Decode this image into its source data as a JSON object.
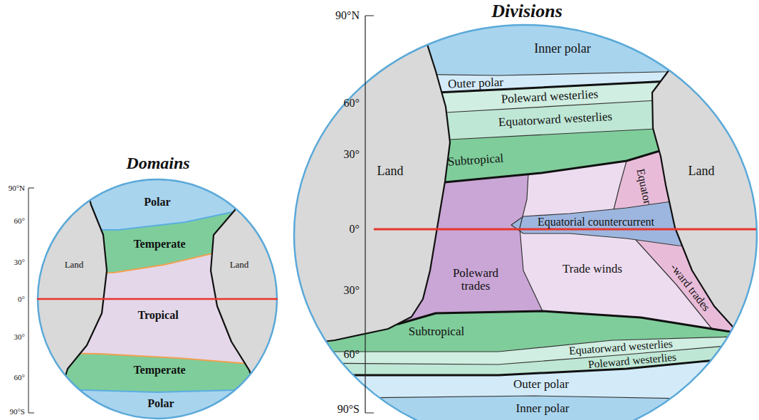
{
  "diagram": {
    "nodes": [
      {
        "text": [
          "Polar"
        ]
      },
      {
        "text": [
          "Land"
        ]
      },
      {
        "text": [
          "Temperate"
        ]
      },
      {
        "text": [
          "Land"
        ]
      },
      {
        "text": [
          "Tropical"
        ]
      },
      {
        "text": [
          "Temperate"
        ]
      },
      {
        "text": [
          "Polar"
        ]
      },
      {
        "text": [
          "Inner polar"
        ]
      },
      {
        "text": [
          "Outer polar"
        ]
      },
      {
        "text": [
          "Poleward westerlies"
        ]
      },
      {
        "text": [
          "Equatorward westerlies"
        ]
      },
      {
        "text": [
          "Land"
        ]
      },
      {
        "text": [
          "Subtropical"
        ]
      },
      {
        "text": [
          "Equator"
        ]
      },
      {
        "text": [
          "Land"
        ]
      },
      {
        "text": [
          "Poleward trades"
        ]
      },
      {
        "text": [
          "Trade winds"
        ]
      },
      {
        "text": [
          "Equatorial countercurrent"
        ]
      },
      {
        "text": [
          "-ward trades"
        ]
      },
      {
        "text": [
          "Subtropical"
        ]
      },
      {
        "text": [
          "Equatorward westerlies"
        ]
      },
      {
        "text": [
          "Poleward westerlies"
        ]
      },
      {
        "text": [
          "Outer polar"
        ]
      },
      {
        "text": [
          "Inner polar"
        ]
      }
    ],
    "labels": [
      "Domains",
      "Divisions",
      "90°N",
      "60°",
      "30°",
      "0°",
      "30°",
      "60°",
      "90°S",
      "90°N",
      "60°",
      "30°",
      "0°",
      "30°",
      "60°",
      "90°S"
    ]
  }
}
